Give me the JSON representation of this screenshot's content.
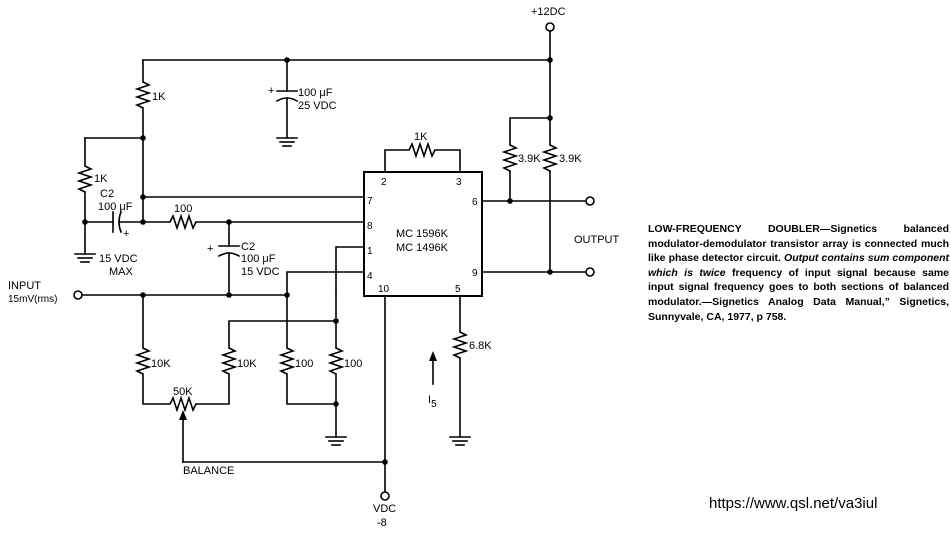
{
  "schematic": {
    "supply_pos": "+12DC",
    "supply_neg_line1": "VDC",
    "supply_neg_line2": "-8",
    "r_top_left": "1K",
    "r_left_mid": "1K",
    "cap_top_line1": "100 μF",
    "cap_top_line2": "25 VDC",
    "c2_left_name": "C2",
    "c2_left_value": "100 μF",
    "c2_left_rating1": "15 VDC",
    "c2_left_rating2": "MAX",
    "r_100_series": "100",
    "c2_mid_name": "C2",
    "c2_mid_value": "100 μF",
    "c2_mid_rating": "15 VDC",
    "r_feedback": "1K",
    "r_load_a": "3.9K",
    "r_load_b": "3.9K",
    "ic_line1": "MC 1596K",
    "ic_line2": "MC 1496K",
    "pin_2": "2",
    "pin_3": "3",
    "pin_7": "7",
    "pin_8": "8",
    "pin_1": "1",
    "pin_4": "4",
    "pin_10": "10",
    "pin_5": "5",
    "pin_6": "6",
    "pin_9": "9",
    "output_label": "OUTPUT",
    "input_line1": "INPUT",
    "input_line2": "15mV(rms)",
    "r_10k_a": "10K",
    "r_10k_b": "10K",
    "r_100_a": "100",
    "r_100_b": "100",
    "pot_50k": "50K",
    "balance_label": "BALANCE",
    "r_68k": "6.8K",
    "i5_main": "I",
    "i5_sub": "5"
  },
  "caption": {
    "title": "LOW-FREQUENCY DOUBLER—",
    "body1": "Signetics balanced modulator-demodulator transistor array is connected much like phase detector circuit. ",
    "body_italic": "Output contains sum component which is twice",
    "body2": " frequency of input signal because same input signal frequency goes to both sections of balanced modulator.—Signetics Analog Data Manual,” Signetics, Sunnyvale, CA, 1977, p 758."
  },
  "watermark": "https://www.qsl.net/va3iul"
}
